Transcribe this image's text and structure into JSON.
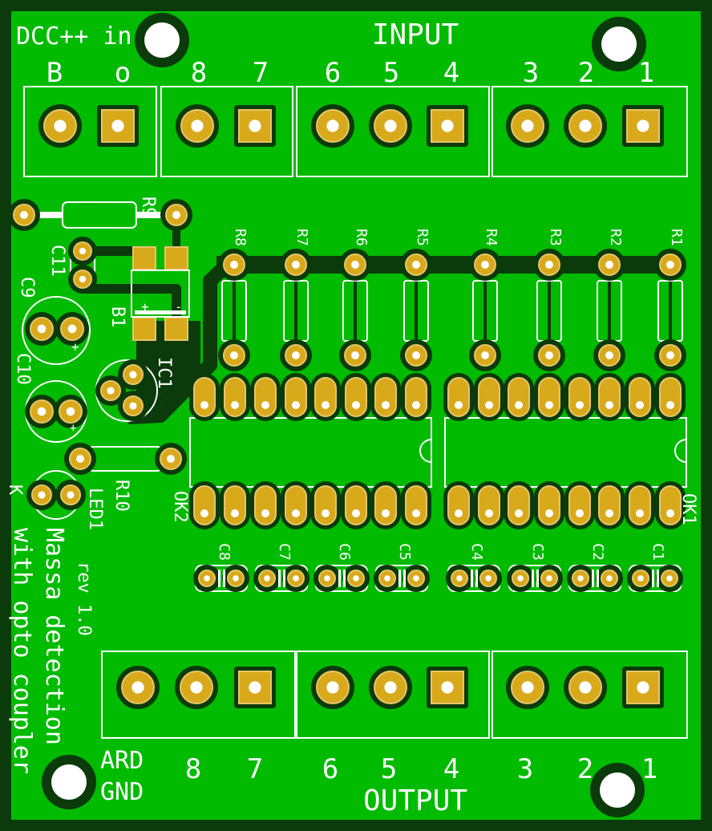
{
  "board": {
    "title": "DCC++ in",
    "input_label": "INPUT",
    "output_label": "OUTPUT",
    "description_line1": "Massa detection",
    "description_line2": "with opto coupler",
    "revision": "rev 1.0",
    "input_pins": [
      "B",
      "o",
      "8",
      "7",
      "6",
      "5",
      "4",
      "3",
      "2",
      "1"
    ],
    "output_pins": [
      "8",
      "7",
      "6",
      "5",
      "4",
      "3",
      "2",
      "1"
    ],
    "output_ground_line1": "ARD",
    "output_ground_line2": "GND"
  },
  "components": {
    "resistors": [
      "R8",
      "R7",
      "R6",
      "R5",
      "R4",
      "R3",
      "R2",
      "R1"
    ],
    "capacitors": [
      "C8",
      "C7",
      "C6",
      "C5",
      "C4",
      "C3",
      "C2",
      "C1"
    ],
    "optocouplers": [
      "OK2",
      "OK1"
    ],
    "r9": "R9",
    "r10": "R10",
    "c9": "C9",
    "c10": "C10",
    "c11": "C11",
    "b1": "B1",
    "ic1": "IC1",
    "led1": "LED1",
    "led_k": "K",
    "plus": "+",
    "minus": "-"
  },
  "colors": {
    "board": "#00bb00",
    "copper": "#0b3a0b",
    "pad": "#d9a91c",
    "silk": "#ffffff"
  }
}
